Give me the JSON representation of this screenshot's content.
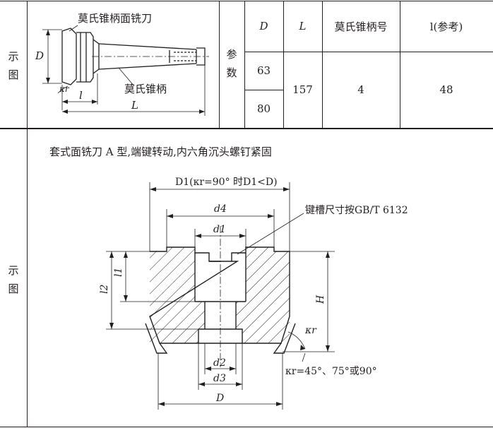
{
  "top": {
    "side_label_1": "示",
    "side_label_2": "图",
    "fig_title": "莫氏锥柄面铣刀",
    "fig_shank_label": "莫氏锥柄",
    "fig_D": "D",
    "fig_kr": "κr",
    "fig_l": "l",
    "fig_L": "L",
    "param_1": "参",
    "param_2": "数",
    "headers": [
      "D",
      "L",
      "莫氏锥柄号",
      "l(参考)"
    ],
    "D_values": [
      "63",
      "80"
    ],
    "L_value": "157",
    "morse_value": "4",
    "l_value": "48"
  },
  "bottom": {
    "side_label_1": "示",
    "side_label_2": "图",
    "description": "套式面铣刀 A 型,端键转动,内六角沉头螺钉紧固",
    "dims": {
      "D1_note": "D1(κr=90° 时D1<D)",
      "d4": "d4",
      "d1": "d1",
      "keyway_note": "键槽尺寸按GB/T 6132",
      "l1": "l1",
      "l2": "l2",
      "H": "H",
      "kr": "κr",
      "kr_values": "κr=45°、75°或90°",
      "d2": "d2",
      "d3": "d3",
      "D": "D"
    }
  }
}
